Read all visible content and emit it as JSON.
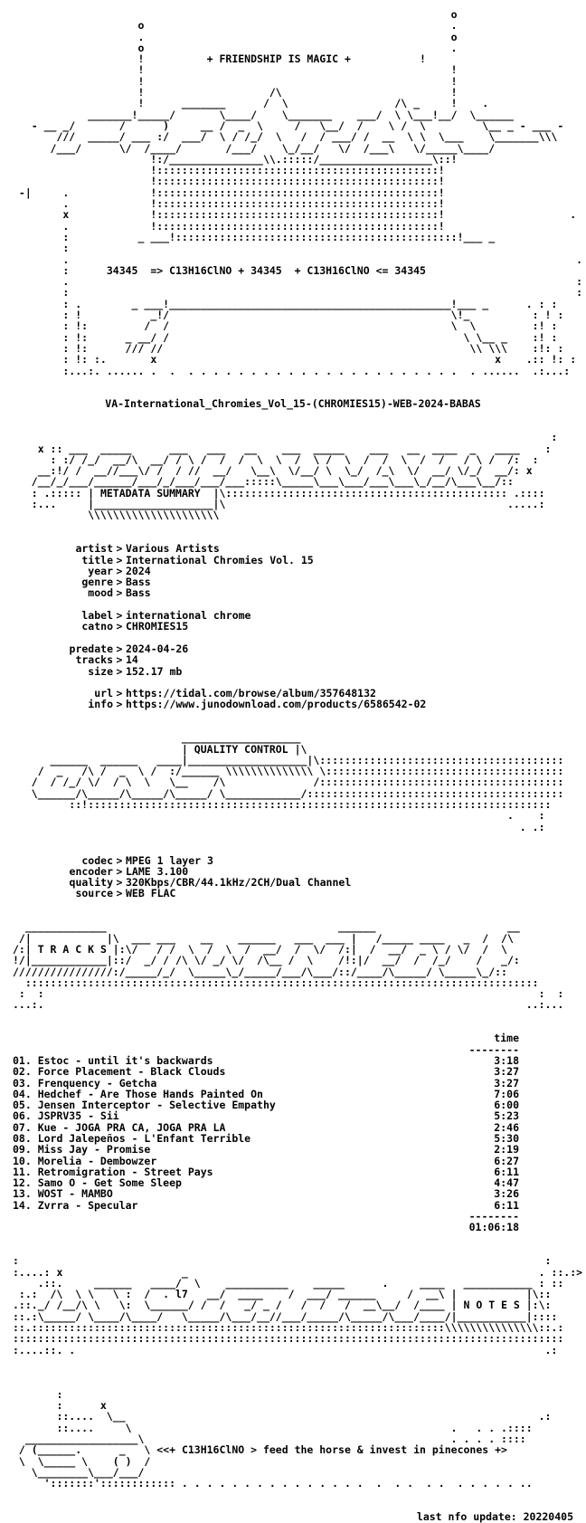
{
  "header": {
    "friendship": "+ FRIENDSHIP IS MAGIC +",
    "formula": "34345  => C13H16ClNO + 34345  + C13H16ClNO <= 34345"
  },
  "release_name": "VA-International_Chromies_Vol_15-(CHROMIES15)-WEB-2024-BABAS",
  "metadata": {
    "heading": "METADATA SUMMARY",
    "group1": [
      {
        "key": "artist",
        "value": "Various Artists"
      },
      {
        "key": "title",
        "value": "International Chromies Vol. 15"
      },
      {
        "key": "year",
        "value": "2024"
      },
      {
        "key": "genre",
        "value": "Bass"
      },
      {
        "key": "mood",
        "value": "Bass"
      }
    ],
    "group2": [
      {
        "key": "label",
        "value": "international chrome"
      },
      {
        "key": "catno",
        "value": "CHROMIES15"
      }
    ],
    "group3": [
      {
        "key": "predate",
        "value": "2024-04-26"
      },
      {
        "key": "tracks",
        "value": "14"
      },
      {
        "key": "size",
        "value": "152.17 mb"
      }
    ],
    "group4": [
      {
        "key": "url",
        "value": "https://tidal.com/browse/album/357648132"
      },
      {
        "key": "info",
        "value": "https://www.junodownload.com/products/6586542-02"
      }
    ]
  },
  "quality": {
    "heading": "QUALITY CONTROL",
    "items": [
      {
        "key": "codec",
        "value": "MPEG 1 layer 3"
      },
      {
        "key": "encoder",
        "value": "LAME 3.100"
      },
      {
        "key": "quality",
        "value": "320Kbps/CBR/44.1kHz/2CH/Dual Channel"
      },
      {
        "key": "source",
        "value": "WEB FLAC"
      }
    ]
  },
  "tracks": {
    "heading": "T R A C K S",
    "time_header": "time",
    "rule": "--------",
    "list": [
      {
        "label": "01. Estoc - until it's backwards",
        "time": "3:18"
      },
      {
        "label": "02. Force Placement - Black Clouds",
        "time": "3:27"
      },
      {
        "label": "03. Frenquency - Getcha",
        "time": "3:27"
      },
      {
        "label": "04. Hedchef - Are Those Hands Painted On",
        "time": "7:06"
      },
      {
        "label": "05. Jensen Interceptor - Selective Empathy",
        "time": "6:00"
      },
      {
        "label": "06. JSPRV35 - Sii",
        "time": "5:23"
      },
      {
        "label": "07. Kue - JOGA PRA CA, JOGA PRA LA",
        "time": "2:46"
      },
      {
        "label": "08. Lord Jalepeños - L'Enfant Terrible",
        "time": "5:30"
      },
      {
        "label": "09. Miss Jay - Promise",
        "time": "2:19"
      },
      {
        "label": "10. Morelia - Dembowzer",
        "time": "6:27"
      },
      {
        "label": "11. Retromigration - Street Pays",
        "time": "6:11"
      },
      {
        "label": "12. Samo O - Get Some Sleep",
        "time": "4:47"
      },
      {
        "label": "13. WOST - MAMBO",
        "time": "3:26"
      },
      {
        "label": "14. Zvrra - Specular",
        "time": "6:11"
      }
    ],
    "total": "01:06:18"
  },
  "notes": {
    "heading": "N O T E S"
  },
  "footer": {
    "slogan": "<<+ C13H16ClNO > feed the horse & invest in pinecones +>",
    "last_update": "last nfo update: 20220405"
  }
}
